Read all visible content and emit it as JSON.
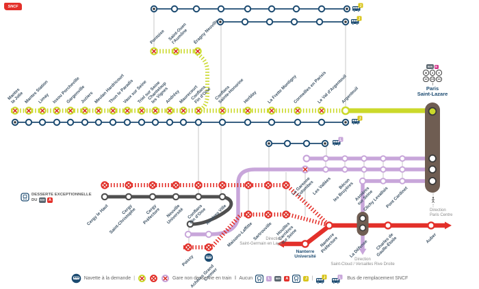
{
  "brand": {
    "logo_text": "SNCF"
  },
  "badges": {
    "j": "J",
    "l": "L",
    "a": "A",
    "rer": "RER",
    "e": "E",
    "m": "M",
    "m3": "3",
    "m9": "9",
    "m12": "12",
    "m13": "13",
    "m14": "14"
  },
  "terminus": {
    "paris_line1": "Paris",
    "paris_line2": "Saint-Lazare"
  },
  "special_labels": {
    "nanterre_universite": "Nanterre\nUniversité"
  },
  "directions": {
    "saint_germain": "Direction\nSaint-Germain en Laye",
    "paris_centre": "Direction\nParis Centre",
    "saint_cloud": "Direction\nSaint-Cloud / Versailles Rive Droite"
  },
  "desserte_note": {
    "line1": "DESSERTE EXCEPTIONNELLE",
    "line2": "DU",
    "rer": "RER",
    "badge": "A"
  },
  "legend": {
    "navette": "Navette à la demande",
    "sep": "|",
    "gare": "Gare non desservie en train",
    "dsep": "‖",
    "aucun": "Aucun",
    "bus": "Bus de remplacement SNCF"
  },
  "lines": {
    "j_main": [
      "Mantes\nla Jolie",
      "Mantes Station",
      "Limay",
      "Issou Porcheville",
      "Gargenville",
      "Juziers",
      "Meulan Hardricourt",
      "Thun le Paradis",
      "Vaux sur Seine",
      "Triel sur Seine",
      "Chanteloup\nles Vignes",
      "Andrésy",
      "Maurecourt",
      "Conflans\nFin d'Oise",
      "Conflans\nSainte-Honorine",
      "Herblay",
      "La Frette Montigny",
      "Cormeilles en Parisis",
      "Le Val d'Argenteuil",
      "Argenteuil"
    ],
    "j_pontoise": [
      "Pontoise",
      "Saint-Ouen\nl'Aumône",
      "Éragny Neuville"
    ],
    "a_cergy": [
      "Cergy le Haut",
      "Cergy\nSaint-Christophe",
      "Cergy\nPréfecture",
      "Neuville\nUniversité",
      "Conflans\nFin d'Oise",
      "Achères Ville"
    ],
    "a_shared": [
      "Maisons-Laffitte",
      "Sartrouville",
      "Houilles\nCarrières\nsur Seine"
    ],
    "a_poissy": [
      "Poissy",
      "Achères Grand\nCormier"
    ],
    "l_group": [
      "La Garenne\nColombes",
      "Les Vallées",
      "Bécon\nles Bruyères",
      "Asnières\nsur Seine",
      "Clichy Levallois",
      "Pont Cardinet"
    ],
    "a_paris": [
      "Nanterre\nPréfecture",
      "La Défense",
      "Charles de\nGaulle-Étoile",
      "Auber"
    ]
  },
  "colors": {
    "line_j": "#cbd92b",
    "line_a": "#e3302a",
    "line_l": "#c8a6da",
    "line_navy": "#1b4a70",
    "line_grey": "#4f4f4f",
    "terminal_brown": "#6f5d52",
    "x_red": "#d9261c",
    "label": "#3d5264"
  }
}
